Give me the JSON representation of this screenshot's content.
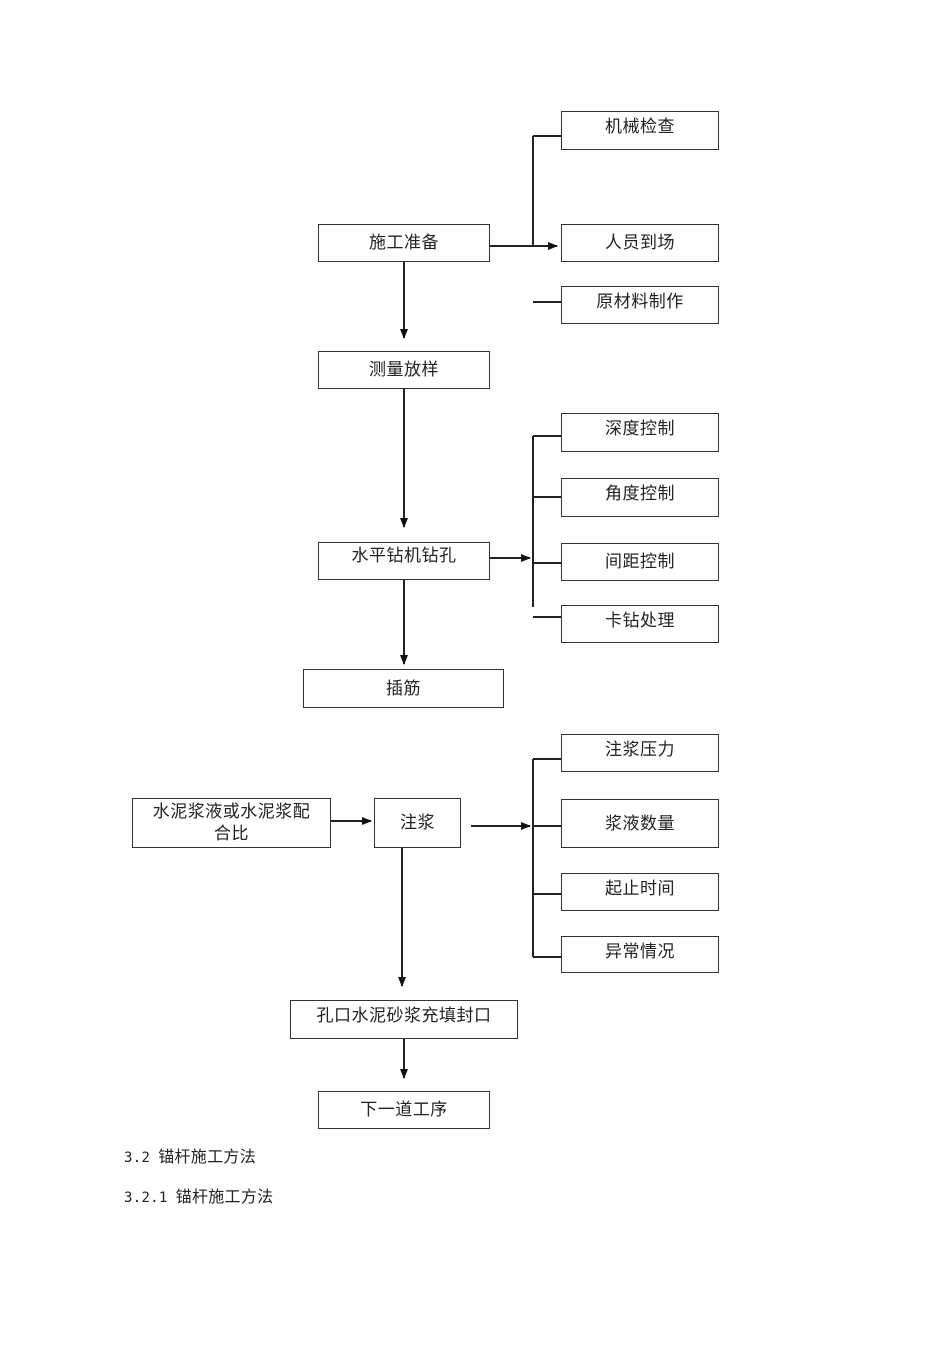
{
  "flowchart": {
    "nodes": {
      "prep": "施工准备",
      "machine_check": "机械检查",
      "staff_arrive": "人员到场",
      "material": "原材料制作",
      "survey": "测量放样",
      "drill": "水平钻机钻孔",
      "depth_ctrl": "深度控制",
      "angle_ctrl": "角度控制",
      "spacing_ctrl": "间距控制",
      "stuck_drill": "卡钻处理",
      "insert_bar": "插筋",
      "mix_ratio_l1": "水泥浆液或水泥浆配",
      "mix_ratio_l2": "合比",
      "grouting": "注浆",
      "grout_pressure": "注浆压力",
      "grout_volume": "浆液数量",
      "start_end_time": "起止时间",
      "abnormal": "异常情况",
      "seal": "孔口水泥砂浆充填封口",
      "next_step": "下一道工序"
    }
  },
  "sections": [
    {
      "number": "3.2",
      "title": "锚杆施工方法"
    },
    {
      "number": "3.2.1",
      "title": "锚杆施工方法"
    }
  ]
}
